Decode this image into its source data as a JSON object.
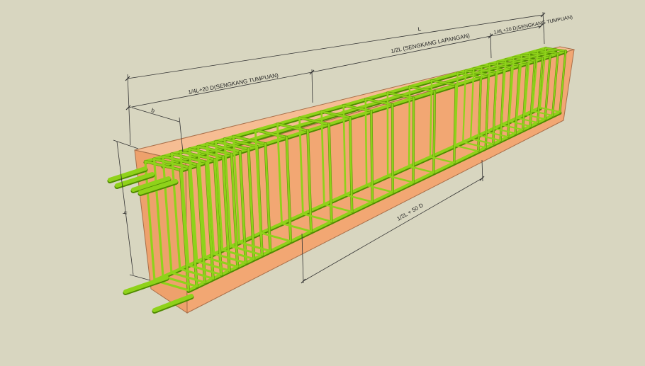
{
  "colors": {
    "background": "#d8d6c0",
    "concrete_front": "#f2a773",
    "concrete_top": "#f6bd93",
    "concrete_edge": "#a86f4a",
    "rebar": "#8fd21a",
    "rebar_dark": "#4f8a00",
    "dimension_line": "#333333"
  },
  "labels": {
    "total_length": "L",
    "support_left": "1/4L+20 D(SENGKANG TUMPUAN)",
    "field_middle": "1/2L (SENGKANG LAPANGAN)",
    "support_right": "1/4L+20 D(SENGKANG TUMPUAN)",
    "width": "b",
    "height": "h",
    "lap_length": "1/2L + 50 D"
  }
}
